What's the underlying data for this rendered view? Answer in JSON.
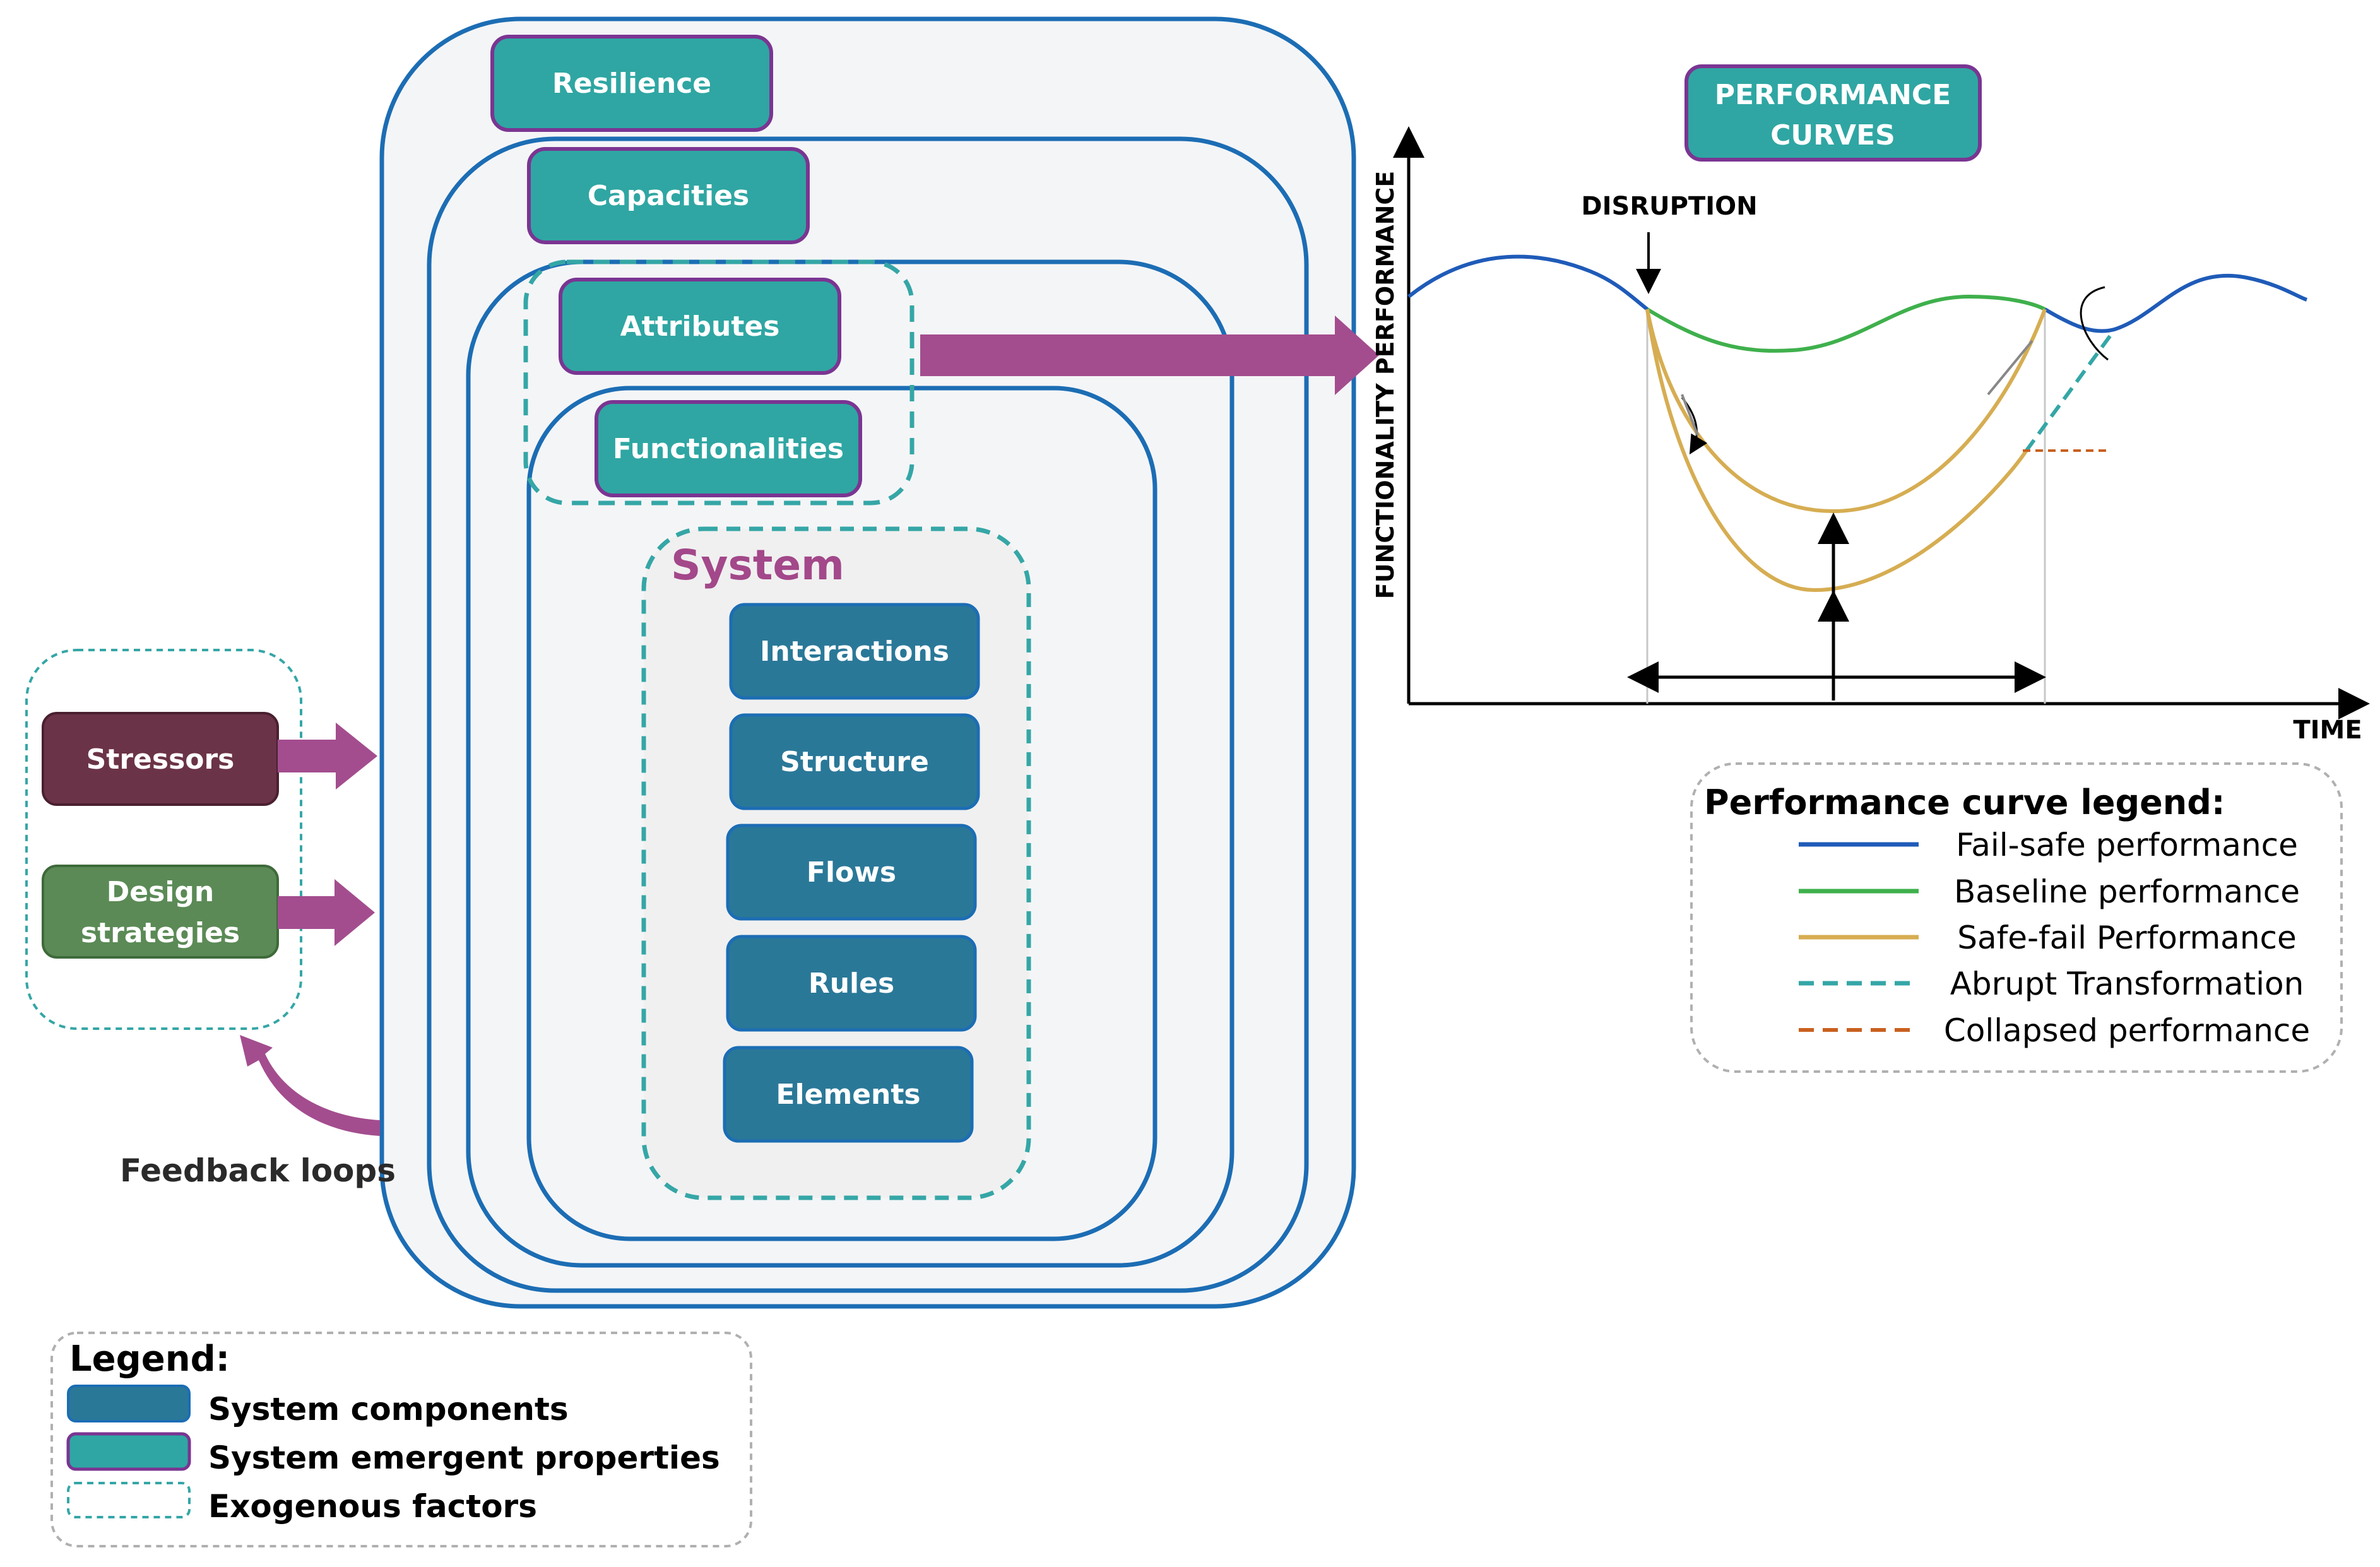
{
  "colors": {
    "component_fill": "#2a7898",
    "emergent_fill": "#2fa6a3",
    "emergent_border": "#7a3592",
    "container_stroke": "#1c6db4",
    "container_fill": "#f4f5f7",
    "arrow": "#a34d8e",
    "stressors_fill": "#6b3347",
    "design_fill": "#5b8a56",
    "system_label": "#a3488a",
    "dashed_teal": "#35a6a6",
    "failsafe": "#1f5bb8",
    "baseline": "#3fb04c",
    "safefail": "#d6ad52",
    "abrupt": "#35a6a6",
    "collapsed": "#c9601f"
  },
  "emergent_properties": {
    "resilience": "Resilience",
    "capacities": "Capacities",
    "attributes": "Attributes",
    "functionalities": "Functionalities"
  },
  "system": {
    "label": "System",
    "components": [
      "Interactions",
      "Structure",
      "Flows",
      "Rules",
      "Elements"
    ]
  },
  "exogenous": {
    "stressors": "Stressors",
    "design_line1": "Design",
    "design_line2": "strategies",
    "feedback": "Feedback loops"
  },
  "legend": {
    "title": "Legend:",
    "items": [
      "System components",
      "System emergent properties",
      "Exogenous factors"
    ]
  },
  "performance": {
    "badge_line1": "PERFORMANCE",
    "badge_line2": "CURVES",
    "disruption": "DISRUPTION",
    "y_axis": "FUNCTIONALITY PERFORMANCE",
    "x_axis": "TIME"
  },
  "curve_legend": {
    "title": "Performance curve legend:",
    "items": [
      {
        "label": "Fail-safe performance",
        "style": "solid",
        "color": "#1f5bb8"
      },
      {
        "label": "Baseline performance",
        "style": "solid",
        "color": "#3fb04c"
      },
      {
        "label": "Safe-fail Performance",
        "style": "solid",
        "color": "#d6ad52"
      },
      {
        "label": "Abrupt Transformation",
        "style": "dashed",
        "color": "#35a6a6"
      },
      {
        "label": "Collapsed performance",
        "style": "dashed",
        "color": "#c9601f"
      }
    ]
  }
}
